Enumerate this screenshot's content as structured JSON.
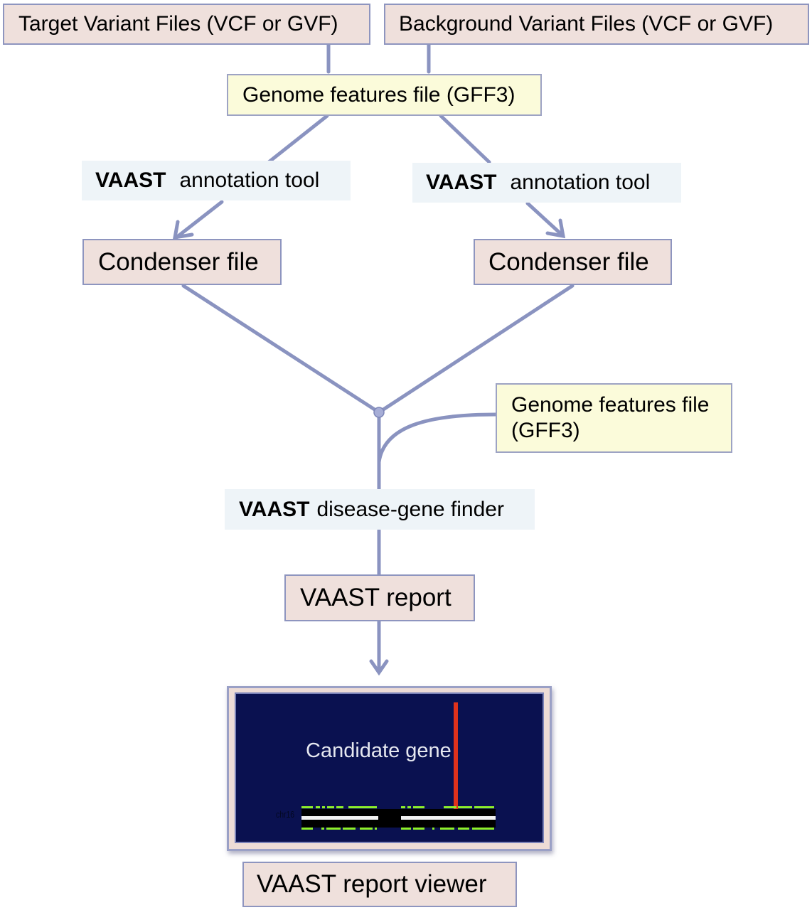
{
  "diagram": {
    "inputs": {
      "target": "Target Variant Files (VCF or GVF)",
      "background": "Background Variant Files (VCF or GVF)"
    },
    "gff_top": "Genome features file (GFF3)",
    "annotation_left": {
      "bold": "VAAST",
      "text": "annotation tool"
    },
    "annotation_right": {
      "bold": "VAAST",
      "text": "annotation tool"
    },
    "condenser_left": "Condenser file",
    "condenser_right": "Condenser file",
    "gff_side": {
      "line1": "Genome features file",
      "line2": "(GFF3)"
    },
    "finder": {
      "bold": "VAAST",
      "text": "disease-gene finder"
    },
    "report": "VAAST report",
    "viewer": {
      "candidate_label": "Candidate gene",
      "chromosome": "chr16"
    },
    "viewer_caption": "VAAST report viewer",
    "colors": {
      "file_box": "#efe0dc",
      "gff_box": "#fbfbda",
      "tool_box": "#eef4f8",
      "connector": "#8a93c0",
      "viewer_bg": "#0a1150",
      "candidate_marker": "#e0321c",
      "variant_marks": "#8ef02a"
    }
  }
}
